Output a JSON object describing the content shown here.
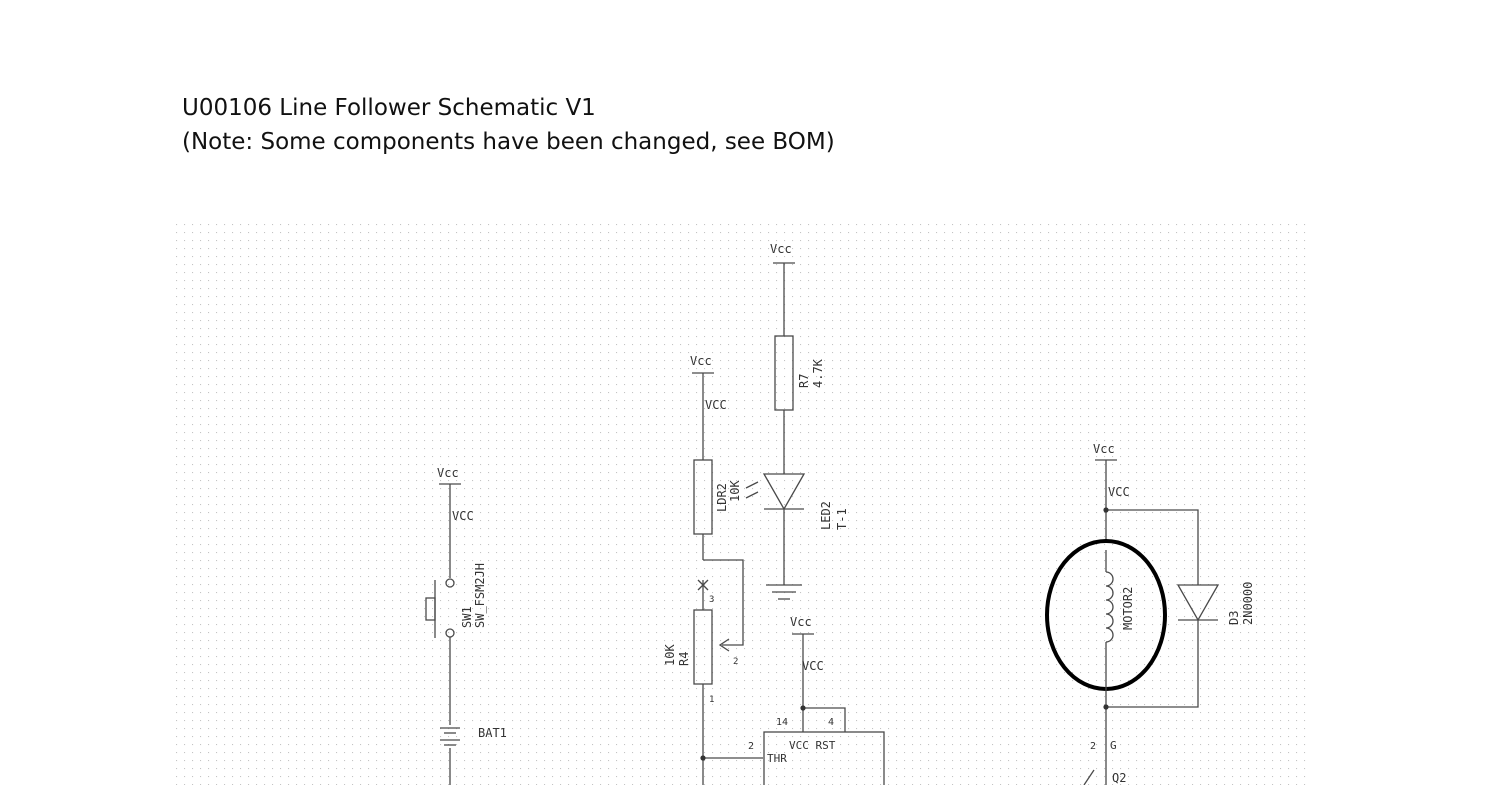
{
  "page": {
    "title": "U00106 Line Follower Schematic  V1",
    "note": "(Note: Some components have been changed, see BOM)"
  },
  "schematic": {
    "vcc_labels": {
      "sw_vcc": "Vcc",
      "sw_net": "VCC",
      "ldr_vcc": "Vcc",
      "ldr_net": "VCC",
      "led_vcc": "Vcc",
      "timer_vcc": "Vcc",
      "timer_net": "VCC",
      "motor_vcc": "Vcc",
      "motor_net": "VCC"
    },
    "sw1": {
      "ref": "SW1",
      "part": "SW_FSM2JH"
    },
    "bat1": {
      "ref": "BAT1"
    },
    "ldr2": {
      "ref": "LDR2",
      "value": "10K"
    },
    "r4": {
      "ref": "R4",
      "value": "10K",
      "pin1": "1",
      "pin2": "2",
      "pin3": "3"
    },
    "r7": {
      "ref": "R7",
      "value": "4.7K"
    },
    "led2": {
      "ref": "LED2",
      "value": "T-1"
    },
    "timer": {
      "pin14": "14",
      "pin4": "4",
      "pin2": "2",
      "vcc_rst": "VCC RST",
      "thr": "THR"
    },
    "motor2": {
      "ref": "MOTOR2"
    },
    "d3": {
      "ref": "D3",
      "part": "2N0000"
    },
    "q2": {
      "ref": "Q2",
      "pin2": "2",
      "gate": "G"
    }
  }
}
